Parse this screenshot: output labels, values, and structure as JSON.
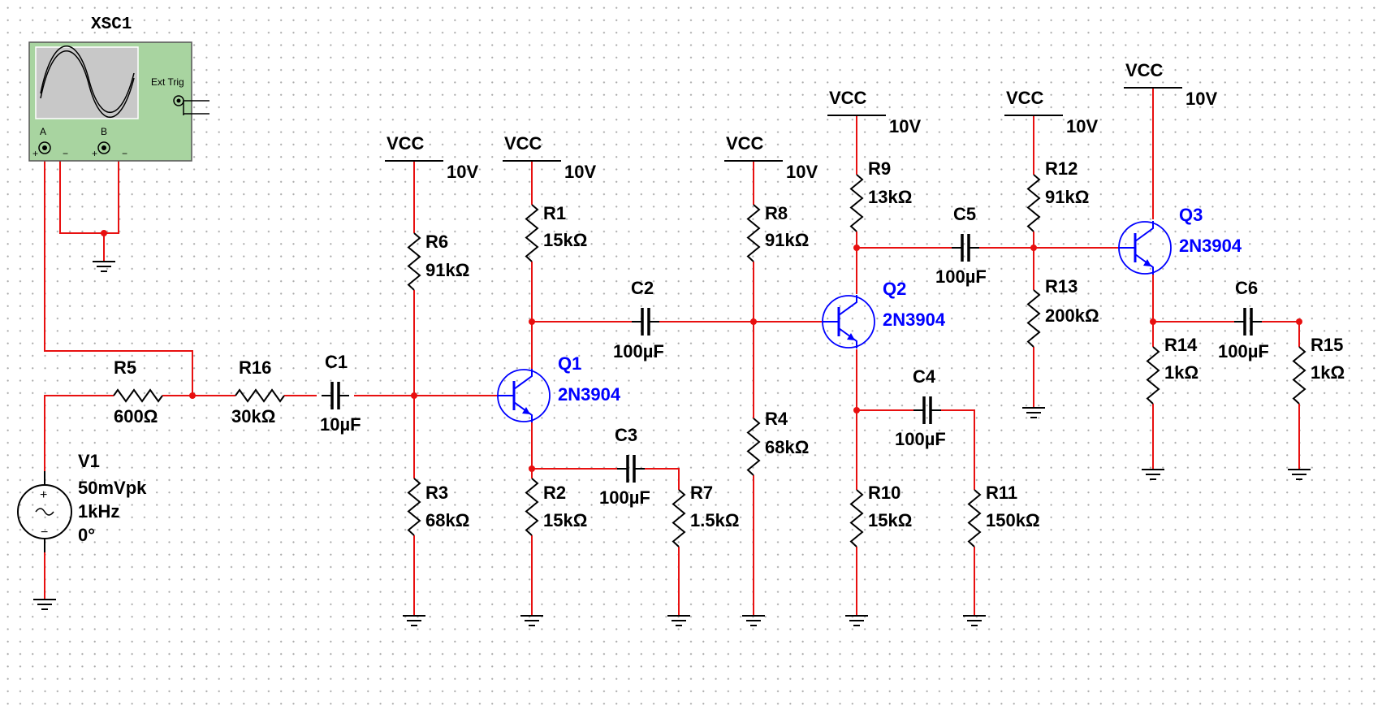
{
  "colors": {
    "wire": "#e81010",
    "component": "#000000",
    "transistor": "#0000ff",
    "scope_body": "#a8d4a0",
    "scope_screen": "#c8c8c8"
  },
  "oscilloscope": {
    "refdes": "XSC1",
    "ext_trig_label": "Ext Trig",
    "channel_a_label": "A",
    "channel_b_label": "B"
  },
  "source": {
    "refdes": "V1",
    "amplitude": "50mVpk",
    "frequency": "1kHz",
    "phase": "0°"
  },
  "supplies": [
    {
      "name": "VCC",
      "value": "10V"
    },
    {
      "name": "VCC",
      "value": "10V"
    },
    {
      "name": "VCC",
      "value": "10V"
    },
    {
      "name": "VCC",
      "value": "10V"
    },
    {
      "name": "VCC",
      "value": "10V"
    },
    {
      "name": "VCC",
      "value": "10V"
    }
  ],
  "resistors": [
    {
      "refdes": "R5",
      "value": "600Ω"
    },
    {
      "refdes": "R16",
      "value": "30kΩ"
    },
    {
      "refdes": "R6",
      "value": "91kΩ"
    },
    {
      "refdes": "R3",
      "value": "68kΩ"
    },
    {
      "refdes": "R1",
      "value": "15kΩ"
    },
    {
      "refdes": "R2",
      "value": "15kΩ"
    },
    {
      "refdes": "R7",
      "value": "1.5kΩ"
    },
    {
      "refdes": "R8",
      "value": "91kΩ"
    },
    {
      "refdes": "R4",
      "value": "68kΩ"
    },
    {
      "refdes": "R9",
      "value": "13kΩ"
    },
    {
      "refdes": "R10",
      "value": "15kΩ"
    },
    {
      "refdes": "R11",
      "value": "150kΩ"
    },
    {
      "refdes": "R12",
      "value": "91kΩ"
    },
    {
      "refdes": "R13",
      "value": "200kΩ"
    },
    {
      "refdes": "R14",
      "value": "1kΩ"
    },
    {
      "refdes": "R15",
      "value": "1kΩ"
    }
  ],
  "capacitors": [
    {
      "refdes": "C1",
      "value": "10µF"
    },
    {
      "refdes": "C2",
      "value": "100µF"
    },
    {
      "refdes": "C3",
      "value": "100µF"
    },
    {
      "refdes": "C4",
      "value": "100µF"
    },
    {
      "refdes": "C5",
      "value": "100µF"
    },
    {
      "refdes": "C6",
      "value": "100µF"
    }
  ],
  "transistors": [
    {
      "refdes": "Q1",
      "model": "2N3904"
    },
    {
      "refdes": "Q2",
      "model": "2N3904"
    },
    {
      "refdes": "Q3",
      "model": "2N3904"
    }
  ]
}
